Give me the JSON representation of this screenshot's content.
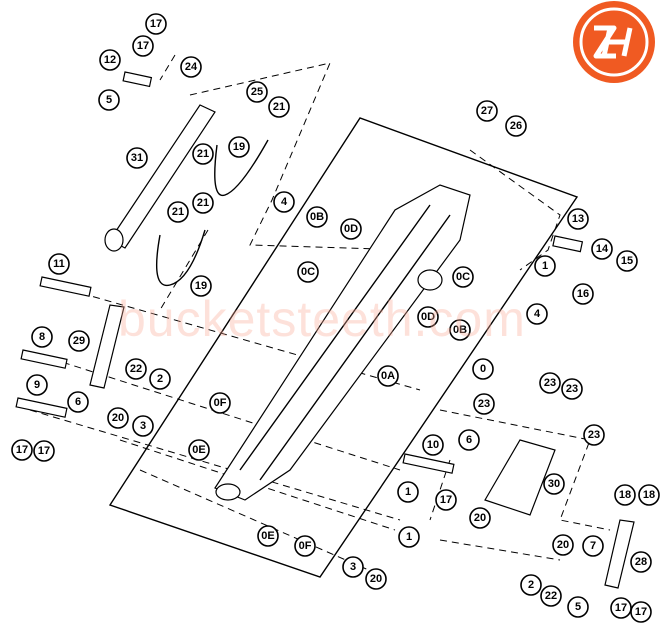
{
  "logo": {
    "text": "ZH",
    "color": "#F05A22"
  },
  "watermark": "bucketsteeth.com",
  "callouts": [
    "17",
    "17",
    "12",
    "24",
    "5",
    "25",
    "21",
    "31",
    "21",
    "19",
    "21",
    "21",
    "19",
    "4",
    "0B",
    "0C",
    "0D",
    "27",
    "26",
    "13",
    "1",
    "14",
    "15",
    "16",
    "0C",
    "0D",
    "0B",
    "4",
    "11",
    "29",
    "8",
    "22",
    "2",
    "9",
    "6",
    "20",
    "3",
    "17",
    "17",
    "0F",
    "0E",
    "0A",
    "0",
    "23",
    "23",
    "23",
    "23",
    "6",
    "10",
    "30",
    "1",
    "17",
    "20",
    "1",
    "0E",
    "0F",
    "3",
    "20",
    "20",
    "18",
    "18",
    "7",
    "28",
    "2",
    "22",
    "5",
    "17",
    "17"
  ]
}
